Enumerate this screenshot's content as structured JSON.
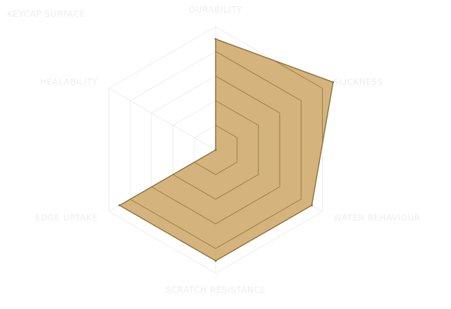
{
  "title": "KEYCAP SURFACE",
  "colors": {
    "background": "#ffffff",
    "grid": "#ececec",
    "faint_text": "#ededed",
    "fill": "#d4b47c",
    "stroke": "#8f7440"
  },
  "chart_data": {
    "type": "radar",
    "title": "KEYCAP SURFACE",
    "axes": [
      "DURABILITY",
      "SLICKNESS",
      "WATER BEHAVIOUR",
      "SCRATCH RESISTANCE",
      "EDGE UPTAKE",
      "HEALABILITY"
    ],
    "range": [
      0,
      5
    ],
    "grid_levels": 5,
    "series": [
      {
        "values": [
          4.5,
          5.5,
          4.5,
          4.5,
          4.5,
          0
        ]
      }
    ],
    "legend": "none",
    "grid": true
  }
}
